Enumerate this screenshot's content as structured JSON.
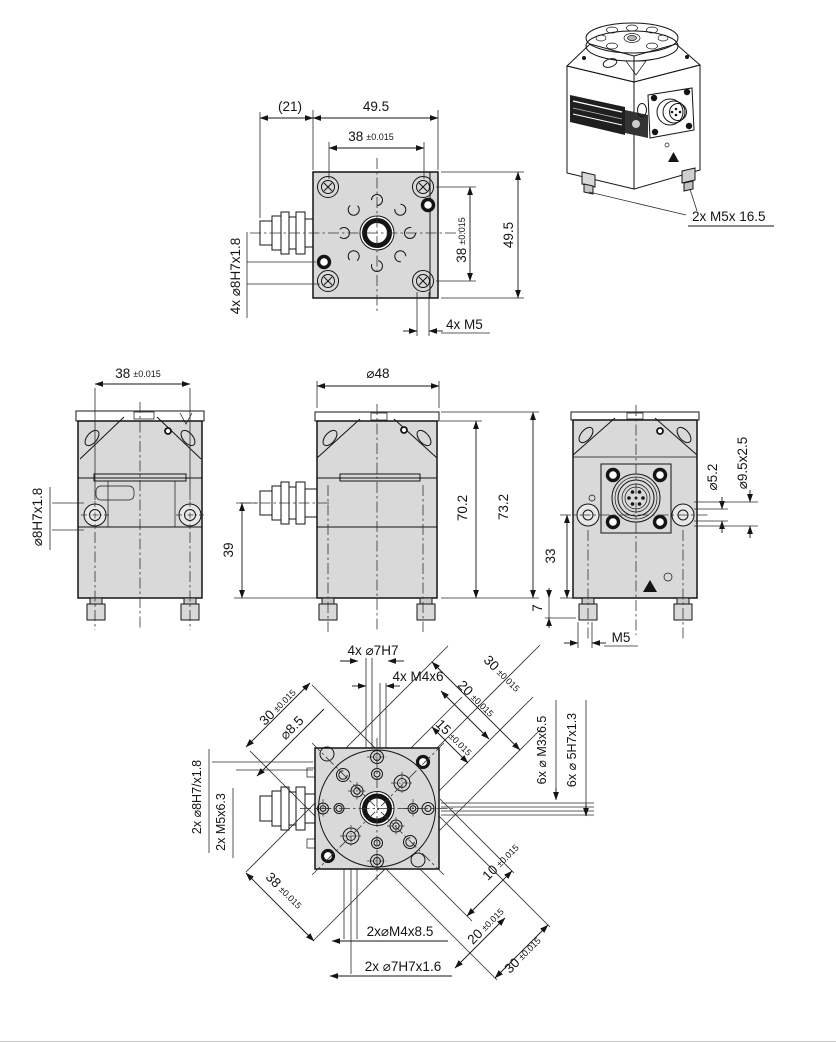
{
  "colors": {
    "body": "#d9d9d9",
    "body_dark": "#cfcfcf",
    "body_light": "#e3e3e3",
    "line": "#141414",
    "slot": "#2b2b2b"
  },
  "top": {
    "d21": "(21)",
    "w": "49.5",
    "t38v": "38",
    "t38t": "±0.015",
    "r38v": "38",
    "r38t": "±0.015",
    "h": "49.5",
    "m5": "4x M5",
    "dowel": "4x ⌀8H7x1.8"
  },
  "iso": {
    "feet": "2x M5x 16.5"
  },
  "left": {
    "w38v": "38",
    "w38t": "±0.015",
    "dowel": "⌀8H7x1.8"
  },
  "front": {
    "d48": "⌀48",
    "h39": "39",
    "h702": "70.2",
    "h732": "73.2"
  },
  "right": {
    "d52": "⌀5.2",
    "d95": "⌀9.5x2.5",
    "h33": "33",
    "h7": "7",
    "m5": "M5"
  },
  "bottom": {
    "t7h7": "4x ⌀7H7",
    "tm4": "4x M4x6",
    "tr30v": "30",
    "tr30t": "±0.015",
    "tr20v": "20",
    "tr20t": "±0.015",
    "tr15v": "15",
    "tr15t": "±0.015",
    "tl30v": "30",
    "tl30t": "±0.015",
    "d85": "⌀8.5",
    "l8h7": "2x ⌀8H7/x1.8",
    "lm5": "2x M5x6.3",
    "bl38v": "38",
    "bl38t": "±0.015",
    "bm4": "2x⌀M4x8.5",
    "b7h7": "2x ⌀7H7x1.6",
    "br10v": "10",
    "br10t": "±0.015",
    "br20v": "20",
    "br20t": "±0.015",
    "br30v": "30",
    "br30t": "±0.015",
    "rm3": "6x ⌀ M3x6.5",
    "r5h7": "6x ⌀ 5H7x1.3"
  }
}
